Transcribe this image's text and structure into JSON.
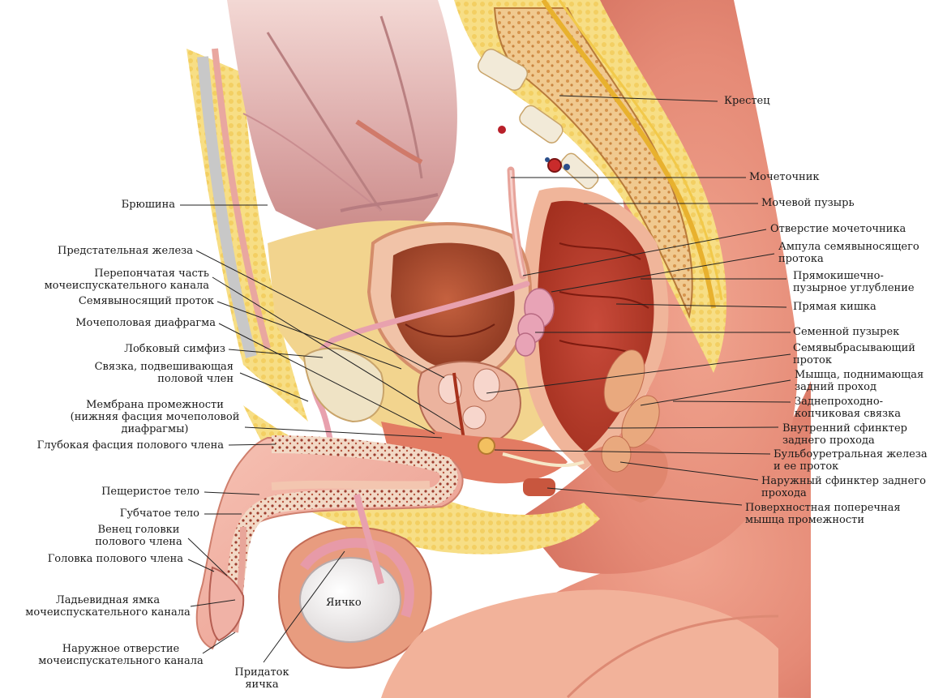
{
  "labels": {
    "sacrum": "Крестец",
    "ureter": "Мочеточник",
    "bladder": "Мочевой пузырь",
    "ureter_orifice": "Отверстие мочеточника",
    "ampulla": [
      "Ампула семявыносящего",
      "протока"
    ],
    "rectovesical": [
      "Прямокишечно-",
      "пузырное углубление"
    ],
    "rectum": "Прямая кишка",
    "seminal_vesicle": "Семенной пузырек",
    "ejaculatory_duct": [
      "Семявыбрасывающий",
      "проток"
    ],
    "levator_ani": [
      "Мышца, поднимающая",
      "задний проход"
    ],
    "anococcygeal": [
      "Заднепроходно-",
      "копчиковая связка"
    ],
    "internal_sphincter": [
      "Внутренний сфинктер",
      "заднего прохода"
    ],
    "bulbourethral": [
      "Бульбоуретральная железа",
      "и ее проток"
    ],
    "external_sphincter": [
      "Наружный сфинктер заднего",
      "прохода"
    ],
    "transverse_perineal": [
      "Поверхностная поперечная",
      "мышца промежности"
    ],
    "peritoneum": "Брюшина",
    "prostate": "Предстательная железа",
    "membranous_urethra": [
      "Перепончатая часть",
      "мочеиспускательного канала"
    ],
    "vas_deferens": "Семявыносящий проток",
    "urogenital_diaphragm": "Мочеполовая диафрагма",
    "pubic_symphysis": "Лобковый симфиз",
    "suspensory_ligament": [
      "Связка, подвешивающая",
      "половой член"
    ],
    "perineal_membrane": [
      "Мембрана промежности",
      "(нижняя фасция мочеполовой",
      "диафрагмы)"
    ],
    "bucks_fascia": "Глубокая фасция полового члена",
    "corpus_cavernosum": "Пещеристое тело",
    "corpus_spongiosum": "Губчатое тело",
    "corona": [
      "Венец головки",
      "полового члена"
    ],
    "glans": "Головка полового члена",
    "navicular_fossa": [
      "Ладьевидная ямка",
      "мочеиспускательного канала"
    ],
    "external_meatus": [
      "Наружное отверстие",
      "мочеиспускательного канала"
    ],
    "epididymis": [
      "Придаток",
      "яичка"
    ],
    "testis": "Яичко"
  }
}
